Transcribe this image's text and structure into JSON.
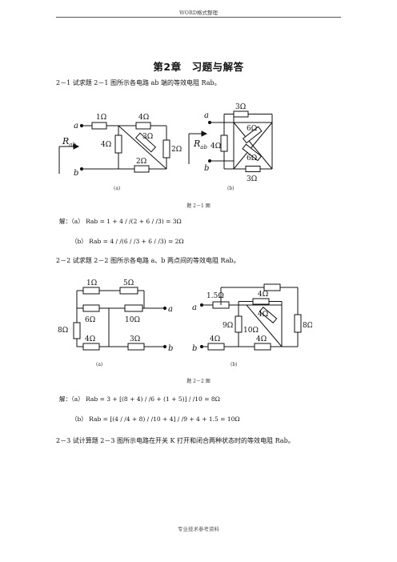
{
  "header": "WORD格式整理",
  "footer": "专业技术参考资料",
  "title": "第2章　习题与解答",
  "problems": [
    {
      "text": "2－1 试求题 2－1 图所示各电路 ab 端的等效电阻 Rab。",
      "figure_caption": "题 2－1 图",
      "label_a": "(a)",
      "label_b": "(b)",
      "solution_a": "解：（a） Rab = 1 + 4 / /(2 + 6 / /3) = 3Ω",
      "solution_b": "（b） Rab = 4 / /(6 / /3 + 6 / /3) = 2Ω",
      "fig_a": {
        "r1": "1Ω",
        "r2": "4Ω",
        "r3": "4Ω",
        "r4": "3Ω",
        "r5": "2Ω",
        "r6": "2Ω",
        "node_a": "a",
        "node_b": "b",
        "rab_main": "R",
        "rab_sub": "ab"
      },
      "fig_b": {
        "r1": "3Ω",
        "r2": "6Ω",
        "r3": "4Ω",
        "r4": "6Ω",
        "r5": "3Ω",
        "node_a": "a",
        "node_b": "b",
        "rab_main": "R",
        "rab_sub": "ab"
      }
    },
    {
      "text": "2－2 试求题 2－2 图所示各电路 a、b 两点间的等效电阻 Rab。",
      "figure_caption": "题 2－2 图",
      "label_a": "(a)",
      "label_b": "(b)",
      "solution_a": "解：（a） Rab = 3 + [(8 + 4) / /6 + (1 + 5)] / /10 = 8Ω",
      "solution_b": "（b） Rab = [(4 / /4 + 8) / /10 + 4] / /9 + 4 + 1.5 = 10Ω",
      "fig_a": {
        "r1": "1Ω",
        "r2": "5Ω",
        "r3": "6Ω",
        "r4": "10Ω",
        "r5": "8Ω",
        "r6": "4Ω",
        "r7": "3Ω",
        "node_a": "a",
        "node_b": "b"
      },
      "fig_b": {
        "r1": "1.5Ω",
        "r2": "4Ω",
        "r3": "4Ω",
        "r4": "9Ω",
        "r5": "10Ω",
        "r6": "8Ω",
        "r7": "4Ω",
        "r8": "4Ω",
        "node_a": "a",
        "node_b": "b"
      }
    },
    {
      "text": "2－3 试计算题 2－3 图所示电路在开关 K 打开和闭合两种状态时的等效电阻 Rab。"
    }
  ]
}
